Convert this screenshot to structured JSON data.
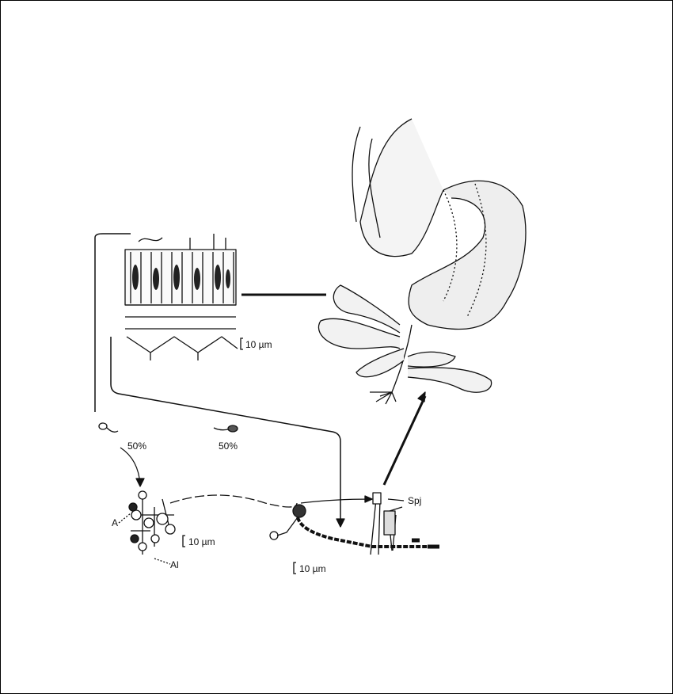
{
  "labels": {
    "scale_sorus": "10 µm",
    "scale_gametophyte_left": "10 µm",
    "scale_sporophyte": "10 µm",
    "percent_left": "50%",
    "percent_right": "50%",
    "antheridium": "A",
    "archegonium_label": "Al",
    "young_sporophyte": "Spj"
  }
}
